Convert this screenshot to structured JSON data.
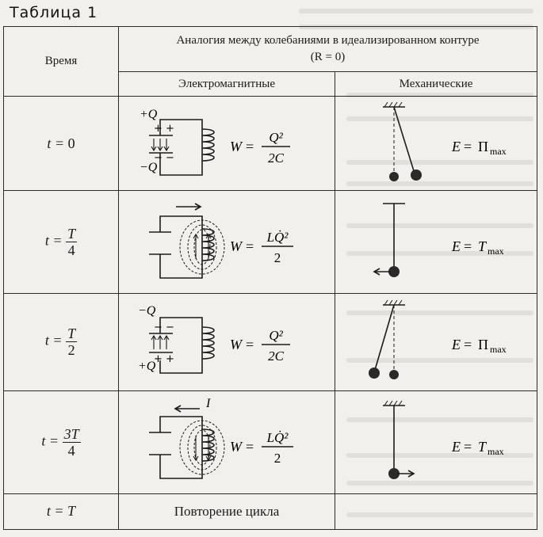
{
  "caption": "Таблица 1",
  "header": {
    "time": "Время",
    "analogy_line1": "Аналогия между колебаниями в идеализированном контуре",
    "analogy_line2": "(R = 0)",
    "electromagnetic": "Электромагнитные",
    "mechanical": "Механические"
  },
  "rows": [
    {
      "time_prefix": "t = ",
      "time_value": "0",
      "time_num": "",
      "time_den": "",
      "charge_top": "+Q",
      "charge_bottom": "−Q",
      "current": "",
      "energy_var": "W",
      "energy_num": "Q²",
      "energy_den": "2C",
      "mech_var": "E",
      "mech_sym": "Π",
      "mech_sub": "max"
    },
    {
      "time_prefix": "t = ",
      "time_value": "",
      "time_num": "T",
      "time_den": "4",
      "charge_top": "",
      "charge_bottom": "",
      "current": "",
      "energy_var": "W",
      "energy_num": "LQ̇²",
      "energy_den": "2",
      "mech_var": "E",
      "mech_sym": "T",
      "mech_sub": "max"
    },
    {
      "time_prefix": "t = ",
      "time_value": "",
      "time_num": "T",
      "time_den": "2",
      "charge_top": "−Q",
      "charge_bottom": "+Q",
      "current": "",
      "energy_var": "W",
      "energy_num": "Q²",
      "energy_den": "2C",
      "mech_var": "E",
      "mech_sym": "Π",
      "mech_sub": "max"
    },
    {
      "time_prefix": "t = ",
      "time_value": "",
      "time_num": "3T",
      "time_den": "4",
      "charge_top": "",
      "charge_bottom": "",
      "current": "I",
      "energy_var": "W",
      "energy_num": "LQ̇²",
      "energy_den": "2",
      "mech_var": "E",
      "mech_sym": "T",
      "mech_sub": "max"
    }
  ],
  "last_row": {
    "time": "t = T",
    "text": "Повторение цикла"
  }
}
